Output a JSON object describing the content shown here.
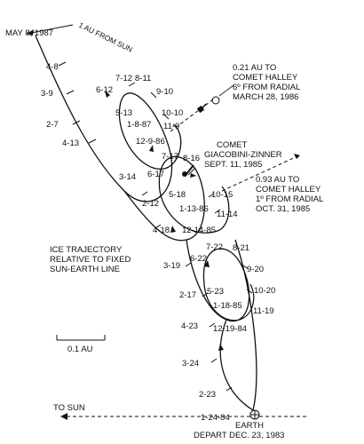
{
  "annotations": {
    "may8": "MAY 8, 1987",
    "au_from_sun": "1 AU FROM SUN",
    "halley_near_1": "0.21 AU TO",
    "halley_near_2": "COMET HALLEY",
    "halley_near_3": "6º FROM RADIAL",
    "halley_near_4": "MARCH 28, 1986",
    "gz_1": "COMET",
    "gz_2": "GIACOBINI-ZINNER",
    "gz_3": "SEPT. 11, 1985",
    "halley_far_1": "0.93 AU TO",
    "halley_far_2": "COMET HALLEY",
    "halley_far_3": "1º FROM RADIAL",
    "halley_far_4": "OCT. 31, 1985",
    "ice_1": "ICE TRAJECTORY",
    "ice_2": "RELATIVE TO FIXED",
    "ice_3": "SUN-EARTH LINE",
    "scale": "0.1 AU",
    "to_sun": "TO SUN",
    "earth": "EARTH",
    "depart": "DEPART DEC. 23, 1983"
  },
  "dates": {
    "d_4_8": "4-8",
    "d_3_9": "3-9",
    "d_2_7": "2-7",
    "d_4_13": "4-13",
    "d_7_12": "7-12",
    "d_8_11": "8-11",
    "d_6_12": "6-12",
    "d_9_10": "9-10",
    "d_5_13": "5-13",
    "d_10_10": "10-10",
    "d_1_8_87": "1-8-87",
    "d_11_9": "11-9",
    "d_12_9_86": "12-9-86",
    "d_7_17": "7-17",
    "d_8_16": "8-16",
    "d_3_14": "3-14",
    "d_6_17": "6-17",
    "d_5_18": "5-18",
    "d_10_15": "10-15",
    "d_2_12": "2-12",
    "d_1_13_86": "1-13-86",
    "d_11_14": "11-14",
    "d_4_18": "4-18",
    "d_12_14_85": "12-14-85",
    "d_7_22": "7-22",
    "d_8_21": "8-21",
    "d_3_19": "3-19",
    "d_6_22": "6-22",
    "d_9_20": "9-20",
    "d_2_17": "2-17",
    "d_5_23": "5-23",
    "d_10_20": "10-20",
    "d_1_18_85": "1-18-85",
    "d_11_19": "11-19",
    "d_4_23": "4-23",
    "d_12_19_84": "12-19-84",
    "d_3_24": "3-24",
    "d_2_23": "2-23",
    "d_1_24_84": "1-24-84"
  }
}
